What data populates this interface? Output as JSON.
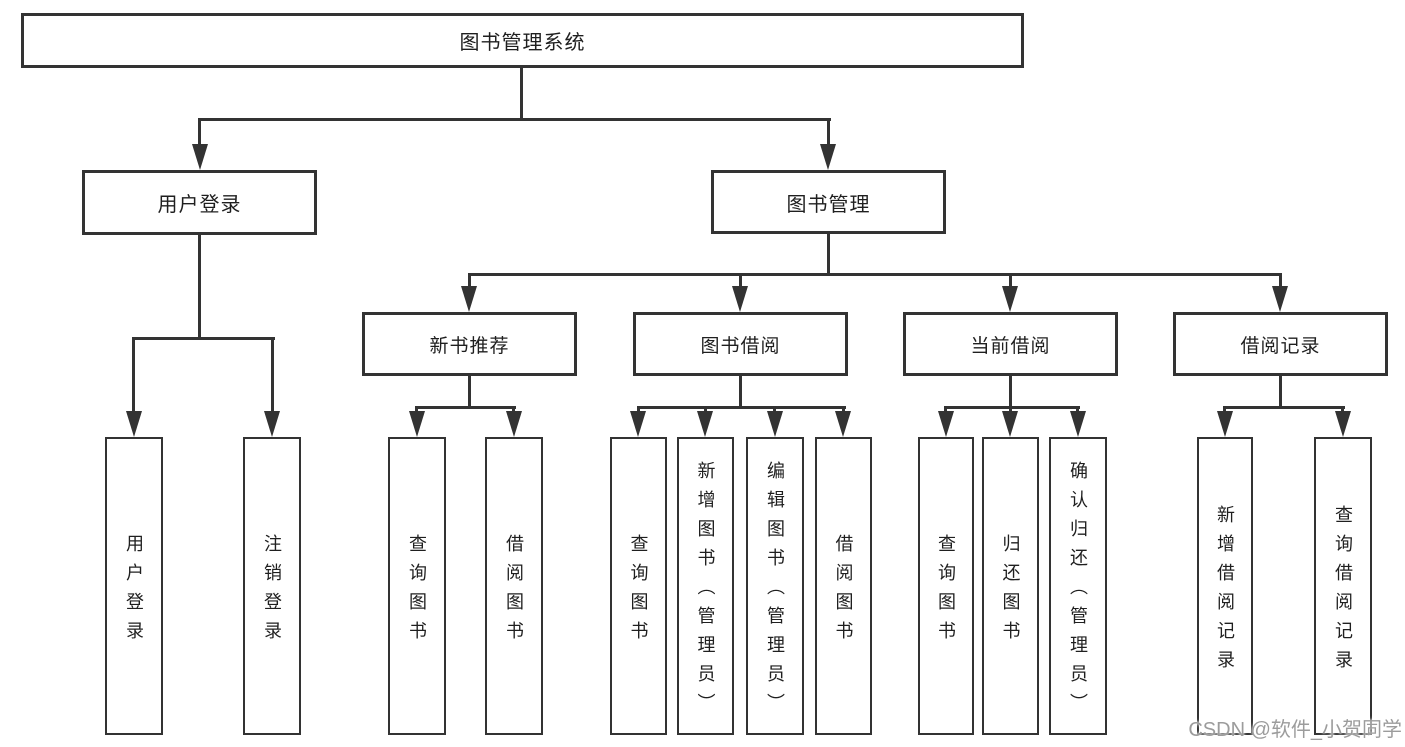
{
  "colors": {
    "line": "#333333",
    "text": "#1f1f1f",
    "watermark": "#9c9c9c",
    "background": "#ffffff"
  },
  "tree": {
    "root": {
      "label": "图书管理系统",
      "children": [
        {
          "label": "用户登录",
          "children": [
            {
              "label": "用户登录"
            },
            {
              "label": "注销登录"
            }
          ]
        },
        {
          "label": "图书管理",
          "children": [
            {
              "label": "新书推荐",
              "children": [
                {
                  "label": "查询图书"
                },
                {
                  "label": "借阅图书"
                }
              ]
            },
            {
              "label": "图书借阅",
              "children": [
                {
                  "label": "查询图书"
                },
                {
                  "label": "新增图书（管理员）"
                },
                {
                  "label": "编辑图书（管理员）"
                },
                {
                  "label": "借阅图书"
                }
              ]
            },
            {
              "label": "当前借阅",
              "children": [
                {
                  "label": "查询图书"
                },
                {
                  "label": "归还图书"
                },
                {
                  "label": "确认归还（管理员）"
                }
              ]
            },
            {
              "label": "借阅记录",
              "children": [
                {
                  "label": "新增借阅记录"
                },
                {
                  "label": "查询借阅记录"
                }
              ]
            }
          ]
        }
      ]
    }
  },
  "watermark": {
    "text": "CSDN @软件_小贺同学"
  }
}
